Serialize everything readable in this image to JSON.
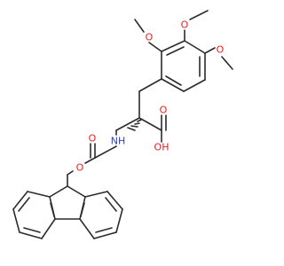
{
  "atom_labels": {
    "o_m1": "O",
    "o_m2": "O",
    "o_m3": "O",
    "o_acid_carbonyl": "O",
    "oh_acid": "OH",
    "nh_amide": "NH",
    "o_carbamate_carbonyl": "O",
    "o_ester": "O"
  },
  "colors": {
    "bond": "#2b2b2b",
    "oxygen": "#e8201c",
    "nitrogen": "#2f3fbf",
    "background": "#ffffff"
  }
}
